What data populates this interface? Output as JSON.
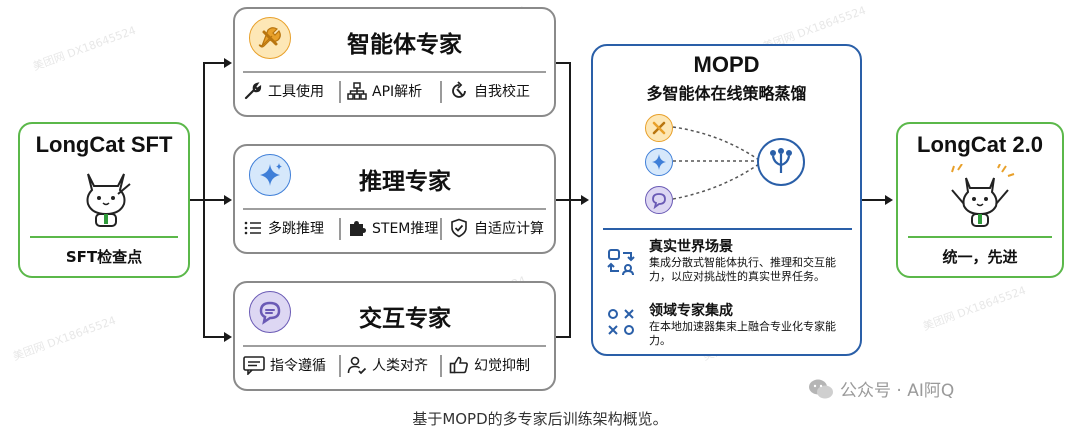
{
  "sft": {
    "title": "LongCat SFT",
    "subtitle": "SFT检查点"
  },
  "experts": [
    {
      "title": "智能体专家",
      "features": [
        "工具使用",
        "API解析",
        "自我校正"
      ]
    },
    {
      "title": "推理专家",
      "features": [
        "多跳推理",
        "STEM推理",
        "自适应计算"
      ]
    },
    {
      "title": "交互专家",
      "features": [
        "指令遵循",
        "人类对齐",
        "幻觉抑制"
      ]
    }
  ],
  "mopd": {
    "title": "MOPD",
    "subtitle": "多智能体在线策略蒸馏",
    "features": [
      {
        "heading": "真实世界场景",
        "desc": "集成分散式智能体执行、推理和交互能力，以应对挑战性的真实世界任务。"
      },
      {
        "heading": "领域专家集成",
        "desc": "在本地加速器集束上融合专业化专家能力。"
      }
    ]
  },
  "output": {
    "title": "LongCat 2.0",
    "subtitle": "统一，先进"
  },
  "caption": "基于MOPD的多专家后训练架构概览。",
  "brand": "公众号 · AI阿Q",
  "watermark": "美团网 DX18645524",
  "colors": {
    "green": "#5bb84a",
    "blue": "#2a5fa8",
    "gray": "#8a8a8a",
    "agent": "#e8a02a",
    "reason": "#3f7fd8",
    "interact": "#6a5ab5"
  }
}
